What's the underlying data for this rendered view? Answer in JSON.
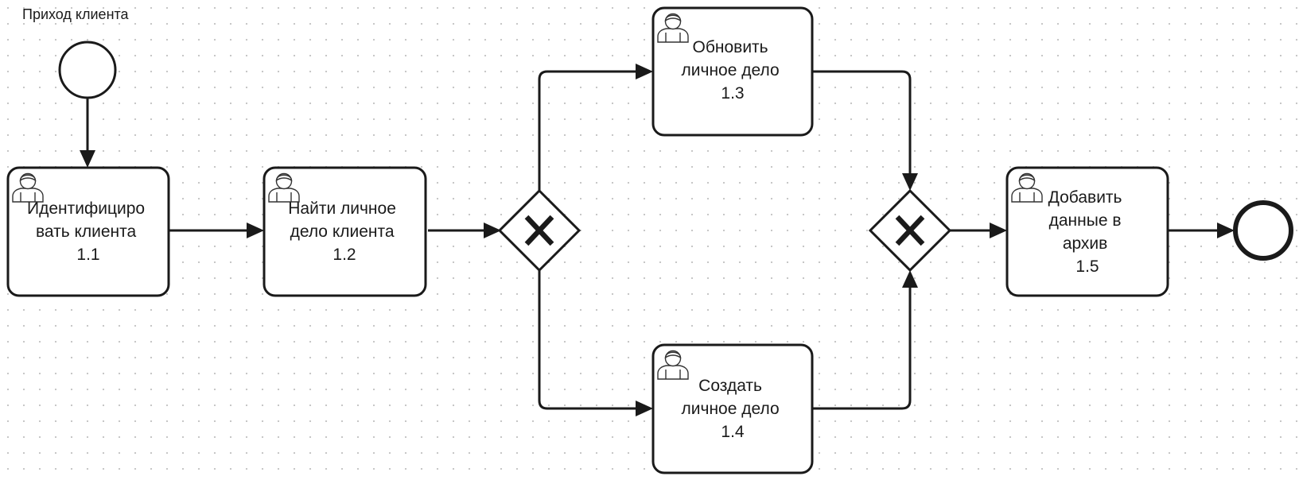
{
  "diagram": {
    "start_event": {
      "label": "Приход клиента"
    },
    "tasks": [
      {
        "id": "1.1",
        "lines": [
          "Идентифициро",
          "вать клиента",
          "1.1"
        ],
        "icon": "user-icon"
      },
      {
        "id": "1.2",
        "lines": [
          "Найти личное",
          "дело клиента",
          "1.2"
        ],
        "icon": "user-icon"
      },
      {
        "id": "1.3",
        "lines": [
          "Обновить",
          "личное дело",
          "1.3"
        ],
        "icon": "user-icon"
      },
      {
        "id": "1.4",
        "lines": [
          "Создать",
          "личное дело",
          "1.4"
        ],
        "icon": "user-icon"
      },
      {
        "id": "1.5",
        "lines": [
          "Добавить",
          "данные в",
          "архив",
          "1.5"
        ],
        "icon": "user-icon"
      }
    ],
    "gateways": [
      {
        "id": "split",
        "type": "exclusive",
        "icon": "x-icon"
      },
      {
        "id": "merge",
        "type": "exclusive",
        "icon": "x-icon"
      }
    ],
    "end_event": {
      "label": ""
    }
  }
}
